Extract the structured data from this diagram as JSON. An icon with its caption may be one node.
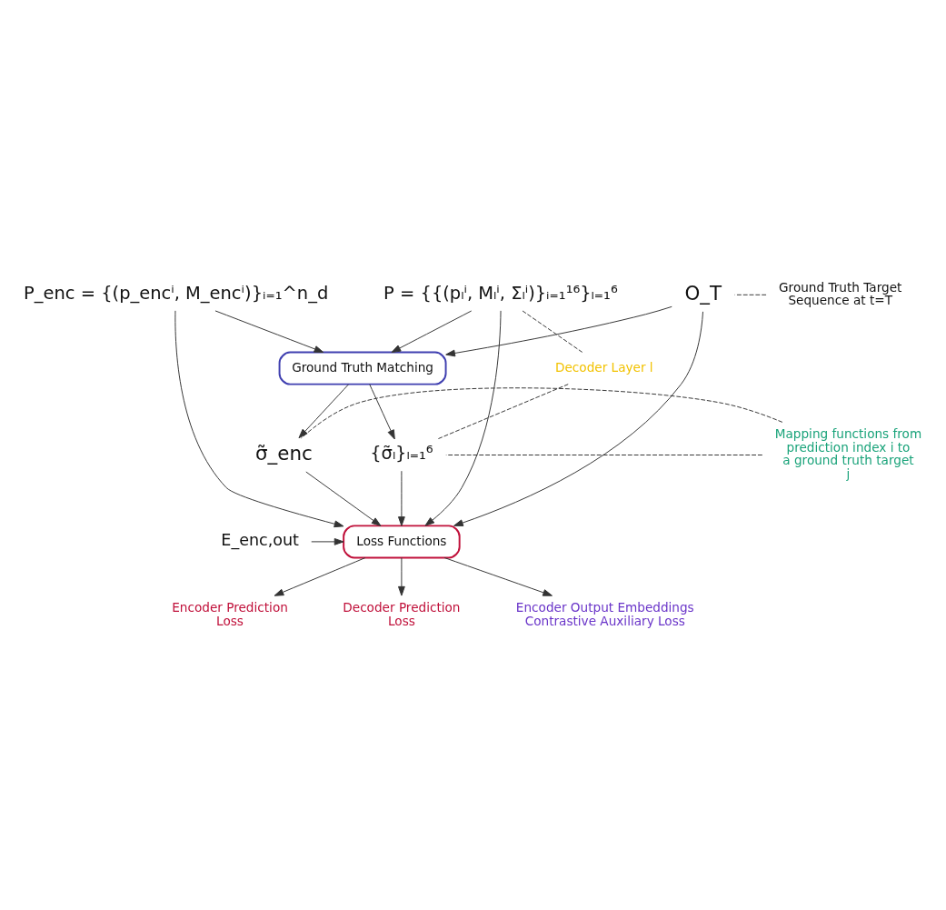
{
  "diagram": {
    "nodes": [
      {
        "text": [
          "P = {{(pₗⁱ, Mₗⁱ, Σₗⁱ)}ᵢ₌₁¹⁶}ₗ₌₁⁶"
        ]
      },
      {
        "text": [
          "P_enc = {(p_encⁱ, M_encⁱ)}ᵢ₌₁^n_d"
        ]
      },
      {
        "text": [
          "Ground Truth Target Sequence at t=T"
        ]
      },
      {
        "text": [
          "O_T"
        ]
      },
      {
        "text": [
          "Decoder Layer l"
        ]
      },
      {
        "text": [
          "Ground Truth Matching"
        ]
      },
      {
        "text": [
          "{σ̃ₗ}ₗ₌₁⁶"
        ]
      },
      {
        "text": [
          "σ̃_enc"
        ]
      },
      {
        "text": [
          "Mapping functions from prediction index i to a ground truth target j"
        ]
      },
      {
        "text": [
          "E_enc,out"
        ]
      },
      {
        "text": [
          "Loss Functions"
        ]
      },
      {
        "text": [
          "Encoder Prediction Loss"
        ]
      },
      {
        "text": [
          "Decoder Prediction Loss"
        ]
      },
      {
        "text": [
          "Encoder Output Embeddings Contrastive Auxiliary Loss"
        ]
      }
    ],
    "edges": [
      {
        "from": 0,
        "to": 5,
        "arrow": "to"
      },
      {
        "from": 3,
        "to": 5,
        "arrow": "to"
      },
      {
        "from": 1,
        "to": 5,
        "arrow": "to"
      },
      {
        "from": 5,
        "to": 6,
        "arrow": "to"
      },
      {
        "from": 5,
        "to": 7,
        "arrow": "to"
      },
      {
        "from": 0,
        "to": 10,
        "arrow": "to"
      },
      {
        "from": 9,
        "to": 10,
        "arrow": "to"
      },
      {
        "from": 1,
        "to": 10,
        "arrow": "to"
      },
      {
        "from": 6,
        "to": 10,
        "arrow": "to"
      },
      {
        "from": 7,
        "to": 10,
        "arrow": "to"
      },
      {
        "from": 3,
        "to": 10,
        "arrow": "to"
      },
      {
        "from": 10,
        "to": 11,
        "arrow": "to"
      },
      {
        "from": 10,
        "to": 13,
        "arrow": "to"
      },
      {
        "from": 10,
        "to": 12,
        "arrow": "to"
      },
      {
        "from": 2,
        "to": 3,
        "arrow": "none",
        "style": "dashed"
      },
      {
        "from": 4,
        "to": 0,
        "arrow": "none",
        "style": "dashed"
      },
      {
        "from": 4,
        "to": 6,
        "arrow": "none",
        "style": "dashed"
      },
      {
        "from": 8,
        "to": 7,
        "arrow": "none",
        "style": "dashed"
      },
      {
        "from": 8,
        "to": 6,
        "arrow": "none",
        "style": "dashed"
      }
    ]
  }
}
